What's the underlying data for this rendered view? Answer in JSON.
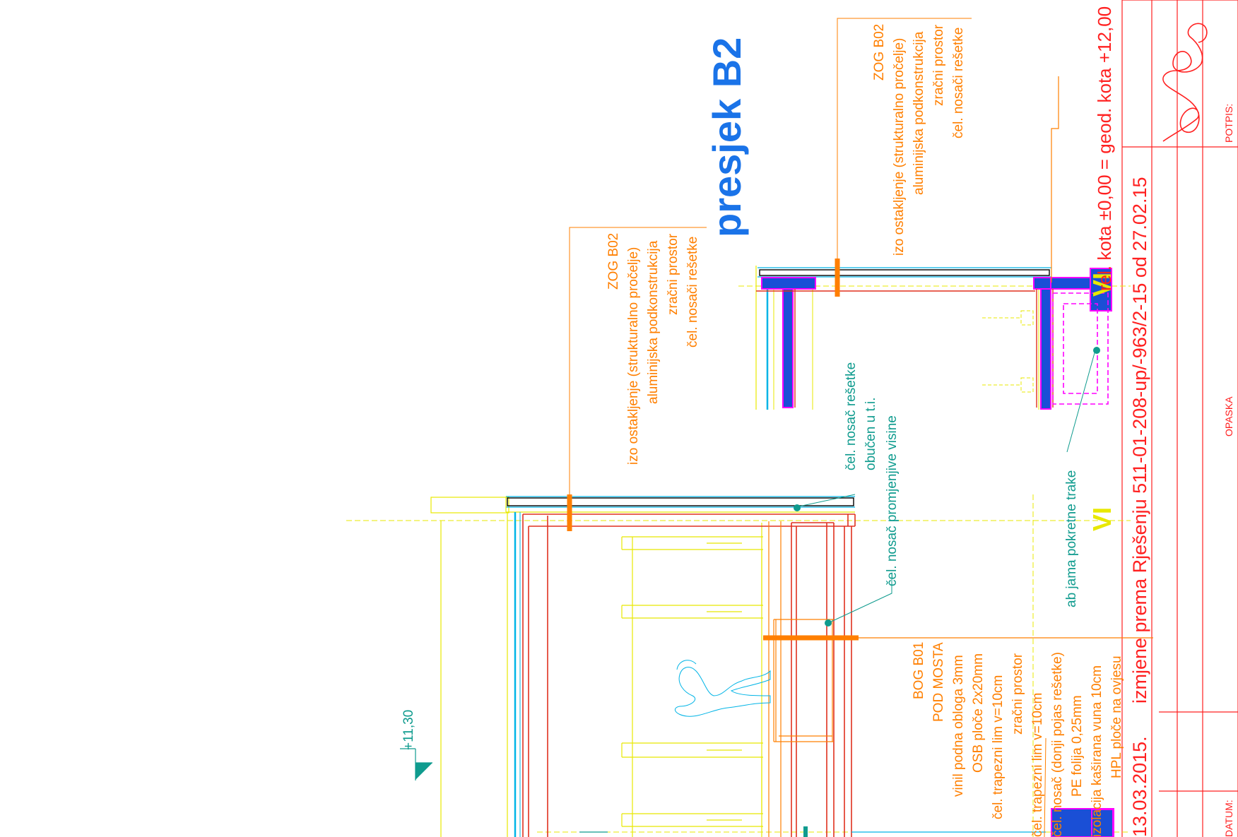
{
  "title": "presjek B2",
  "colors": {
    "orange": "#ff7f00",
    "red": "#ff2020",
    "red_dark": "#e0301e",
    "yellow": "#ffff00",
    "yellow_dark": "#e8e800",
    "cyan": "#00b4e6",
    "teal": "#0f9b8e",
    "blue": "#1a4fd6",
    "title_blue": "#1a73e8",
    "magenta": "#ff00ff",
    "black": "#000000"
  },
  "labels": {
    "zog_upper": [
      "ZOG B02",
      "izo ostakljenje (strukturalno pročelje)",
      "aluminijska podkonstrukcija",
      "zračni prostor",
      "čel. nosači rešetke"
    ],
    "zog_lower": [
      "ZOG B02",
      "izo ostakljenje (strukturalno pročelje)",
      "aluminijska podkonstrukcija",
      "zračni prostor",
      "čel. nosači rešetke"
    ],
    "bog": [
      "BOG B01",
      "POD MOSTA",
      "vinil podna obloga 3mm",
      "OSB ploče 2x20mm",
      "čel. trapezni lim v=10cm",
      "zračni prostor",
      "čel. trapezni lim v=10cm",
      "čel. nosač (donji pojas rešetke)",
      "PE folija 0,25mm",
      "izolacija kaširana vuna 10cm",
      "HPL ploče na ovjesu"
    ],
    "nosac_resetke": [
      "čel. nosač rešetke",
      "obučen u t.i."
    ],
    "nosac_promjenjive": "čel. nosač promjenjive visine",
    "ab_jama": "ab jama pokretne trake",
    "level": "+11,30"
  },
  "title_block": {
    "date": "13.03.2015.",
    "note": "izmjene prema Rješenju 511-01-208-up/-963/2-15 od 27.02.15",
    "kota": "rel. kota ±0,00 = geod. kota +12,00",
    "section_mark": "VI",
    "header_datum": "DATUM:",
    "header_opaska": "OPASKA",
    "header_potpis": "POTPIS:"
  }
}
